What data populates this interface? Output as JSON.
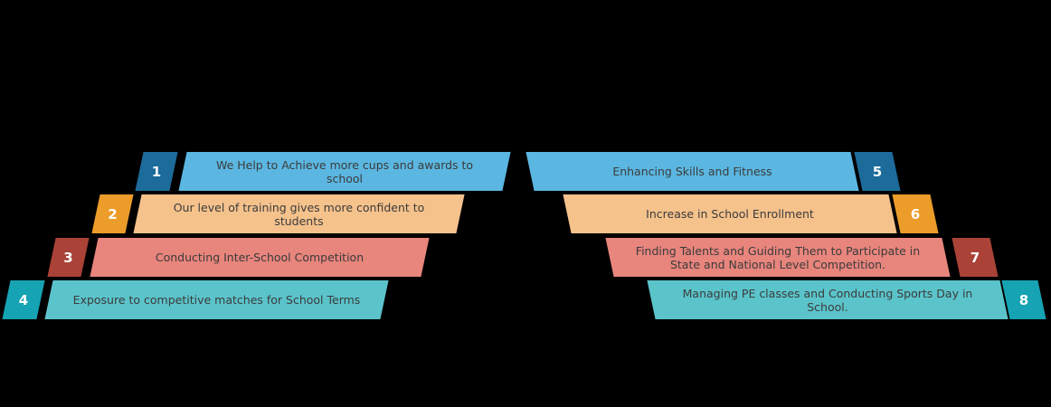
{
  "diagram": {
    "background_color": "#000000",
    "text_color": "#3b3b3b",
    "number_color": "#ffffff",
    "left_steps": [
      {
        "number": "1",
        "label": "We Help to Achieve more cups and awards to\nschool",
        "body_color": "#5bb7e1",
        "badge_color": "#1c6b9b"
      },
      {
        "number": "2",
        "label": "Our level of training gives more confident to\nstudents",
        "body_color": "#f5c28c",
        "badge_color": "#ec9c29"
      },
      {
        "number": "3",
        "label": "Conducting Inter-School Competition",
        "body_color": "#e8857d",
        "badge_color": "#aa4238"
      },
      {
        "number": "4",
        "label": "Exposure to competitive matches for School Terms",
        "body_color": "#5bc4cb",
        "badge_color": "#16a3b3"
      }
    ],
    "right_steps": [
      {
        "number": "5",
        "label": "Enhancing Skills and Fitness",
        "body_color": "#5bb7e1",
        "badge_color": "#1c6b9b"
      },
      {
        "number": "6",
        "label": "Increase in School Enrollment",
        "body_color": "#f5c28c",
        "badge_color": "#ec9c29"
      },
      {
        "number": "7",
        "label": "Finding Talents and Guiding Them to Participate in\nState and National Level Competition.",
        "body_color": "#e8857d",
        "badge_color": "#aa4238"
      },
      {
        "number": "8",
        "label": "Managing PE classes and Conducting Sports Day in\nSchool.",
        "body_color": "#5bc4cb",
        "badge_color": "#16a3b3"
      }
    ]
  }
}
